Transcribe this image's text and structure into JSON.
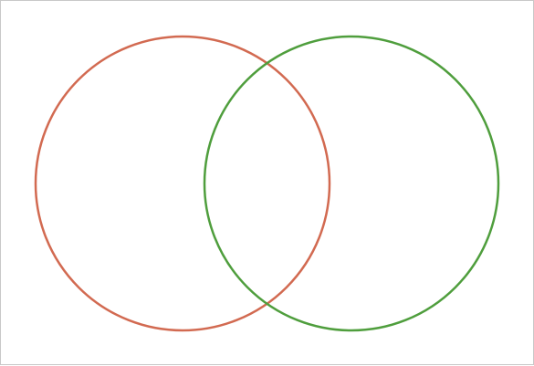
{
  "diagram": {
    "type": "venn",
    "circles": [
      {
        "id": "left",
        "color": "#d26a51"
      },
      {
        "id": "right",
        "color": "#4f9e3d"
      }
    ],
    "border_color": "#c8c8c8",
    "background": "#ffffff"
  }
}
